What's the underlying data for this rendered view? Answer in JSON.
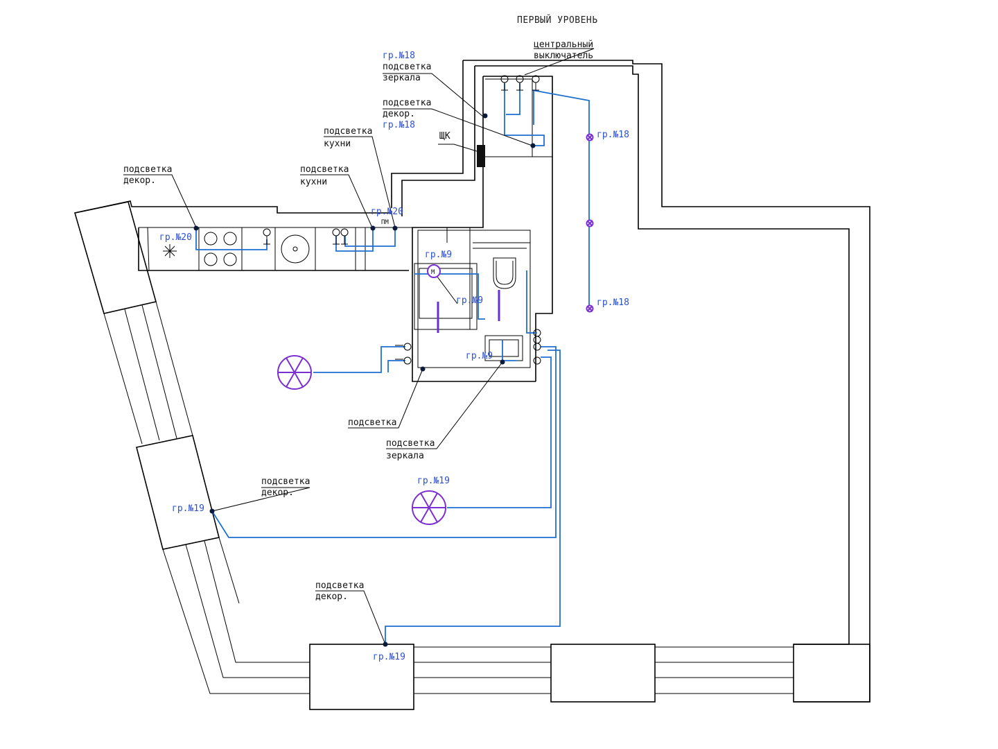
{
  "title": "ПЕРВЫЙ УРОВЕНЬ",
  "colors": {
    "wire": "#1f6fd1",
    "lamp": "#7b2fd0",
    "group_text": "#2a4fd6",
    "wall": "#000000"
  },
  "labels": {
    "central_switch_1": "центральный",
    "central_switch_2": "выключатель",
    "mirror_light_1": "подсветка",
    "mirror_light_2": "зеркала",
    "decor_light_1": "подсветка",
    "decor_light_2": "декор.",
    "kitchen_light_top_1": "подсветка",
    "kitchen_light_top_2": "кухни",
    "kitchen_light_1": "подсветка",
    "kitchen_light_2": "кухни",
    "decor_left_1": "подсветка",
    "decor_left_2": "декор.",
    "panel": "ЩК",
    "pm": "ПМ",
    "bath_light": "подсветка",
    "mirror_light_bottom_1": "подсветка",
    "mirror_light_bottom_2": "зеркала",
    "decor_mid_1": "подсветка",
    "decor_mid_2": "декор.",
    "decor_bottom_1": "подсветка",
    "decor_bottom_2": "декор.",
    "fan": "М"
  },
  "groups": {
    "g18_mirror": "гр.№18",
    "g18_decor": "гр.№18",
    "g18_ceiling_top": "гр.№18",
    "g18_ceiling_bottom": "гр.№18",
    "g20_kitchen": "гр.№20",
    "g20_left": "гр.№20",
    "g9_top": "гр.№9",
    "g9_mid": "гр.№9",
    "g9_bottom": "гр.№9",
    "g19_left": "гр.№19",
    "g19_lamp": "гр.№19",
    "g19_bottom": "гр.№19"
  }
}
